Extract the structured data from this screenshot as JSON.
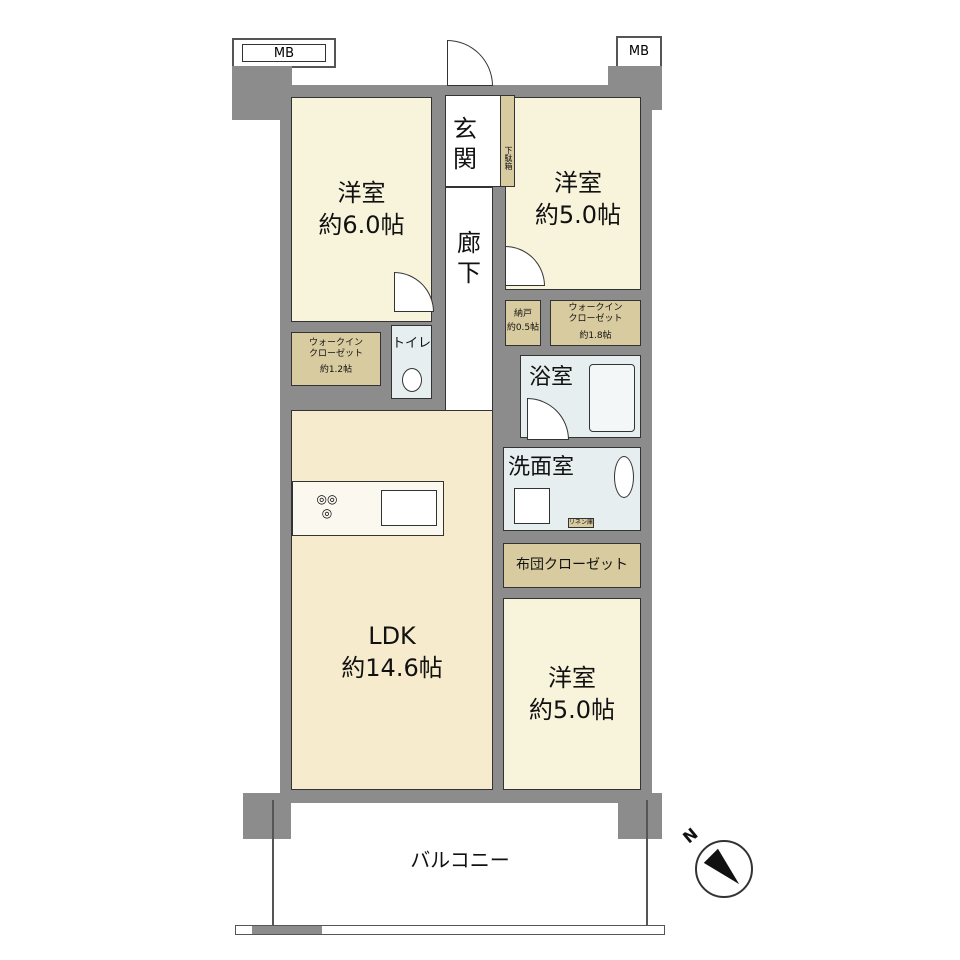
{
  "rooms": {
    "western_nw": {
      "name": "洋室",
      "size": "約6.0帖"
    },
    "western_ne": {
      "name": "洋室",
      "size": "約5.0帖"
    },
    "western_se": {
      "name": "洋室",
      "size": "約5.0帖"
    },
    "ldk": {
      "name": "LDK",
      "size": "約14.6帖"
    },
    "entrance": "玄関",
    "shoe_cabinet": "下駄箱",
    "corridor": "廊下",
    "toilet": "トイレ",
    "wic_left": {
      "name": "ウォークイン\nクローゼット",
      "size": "約1.2帖"
    },
    "wic_right": {
      "name": "ウォークイン\nクローゼット",
      "size": "約1.8帖"
    },
    "storage": {
      "name": "納戸",
      "size": "約0.5帖"
    },
    "bath": "浴室",
    "washroom": "洗面室",
    "linen": "リネン庫",
    "futon_closet": "布団クローゼット",
    "balcony": "バルコニー",
    "mb_left": "MB",
    "mb_right": "MB"
  },
  "compass": {
    "label": "N"
  },
  "colors": {
    "wall": "#8c8c8c",
    "bedroom": "#f8f4dc",
    "ldk": "#f6ebcc",
    "closet": "#d9cba0",
    "wet": "#e6eef0"
  }
}
